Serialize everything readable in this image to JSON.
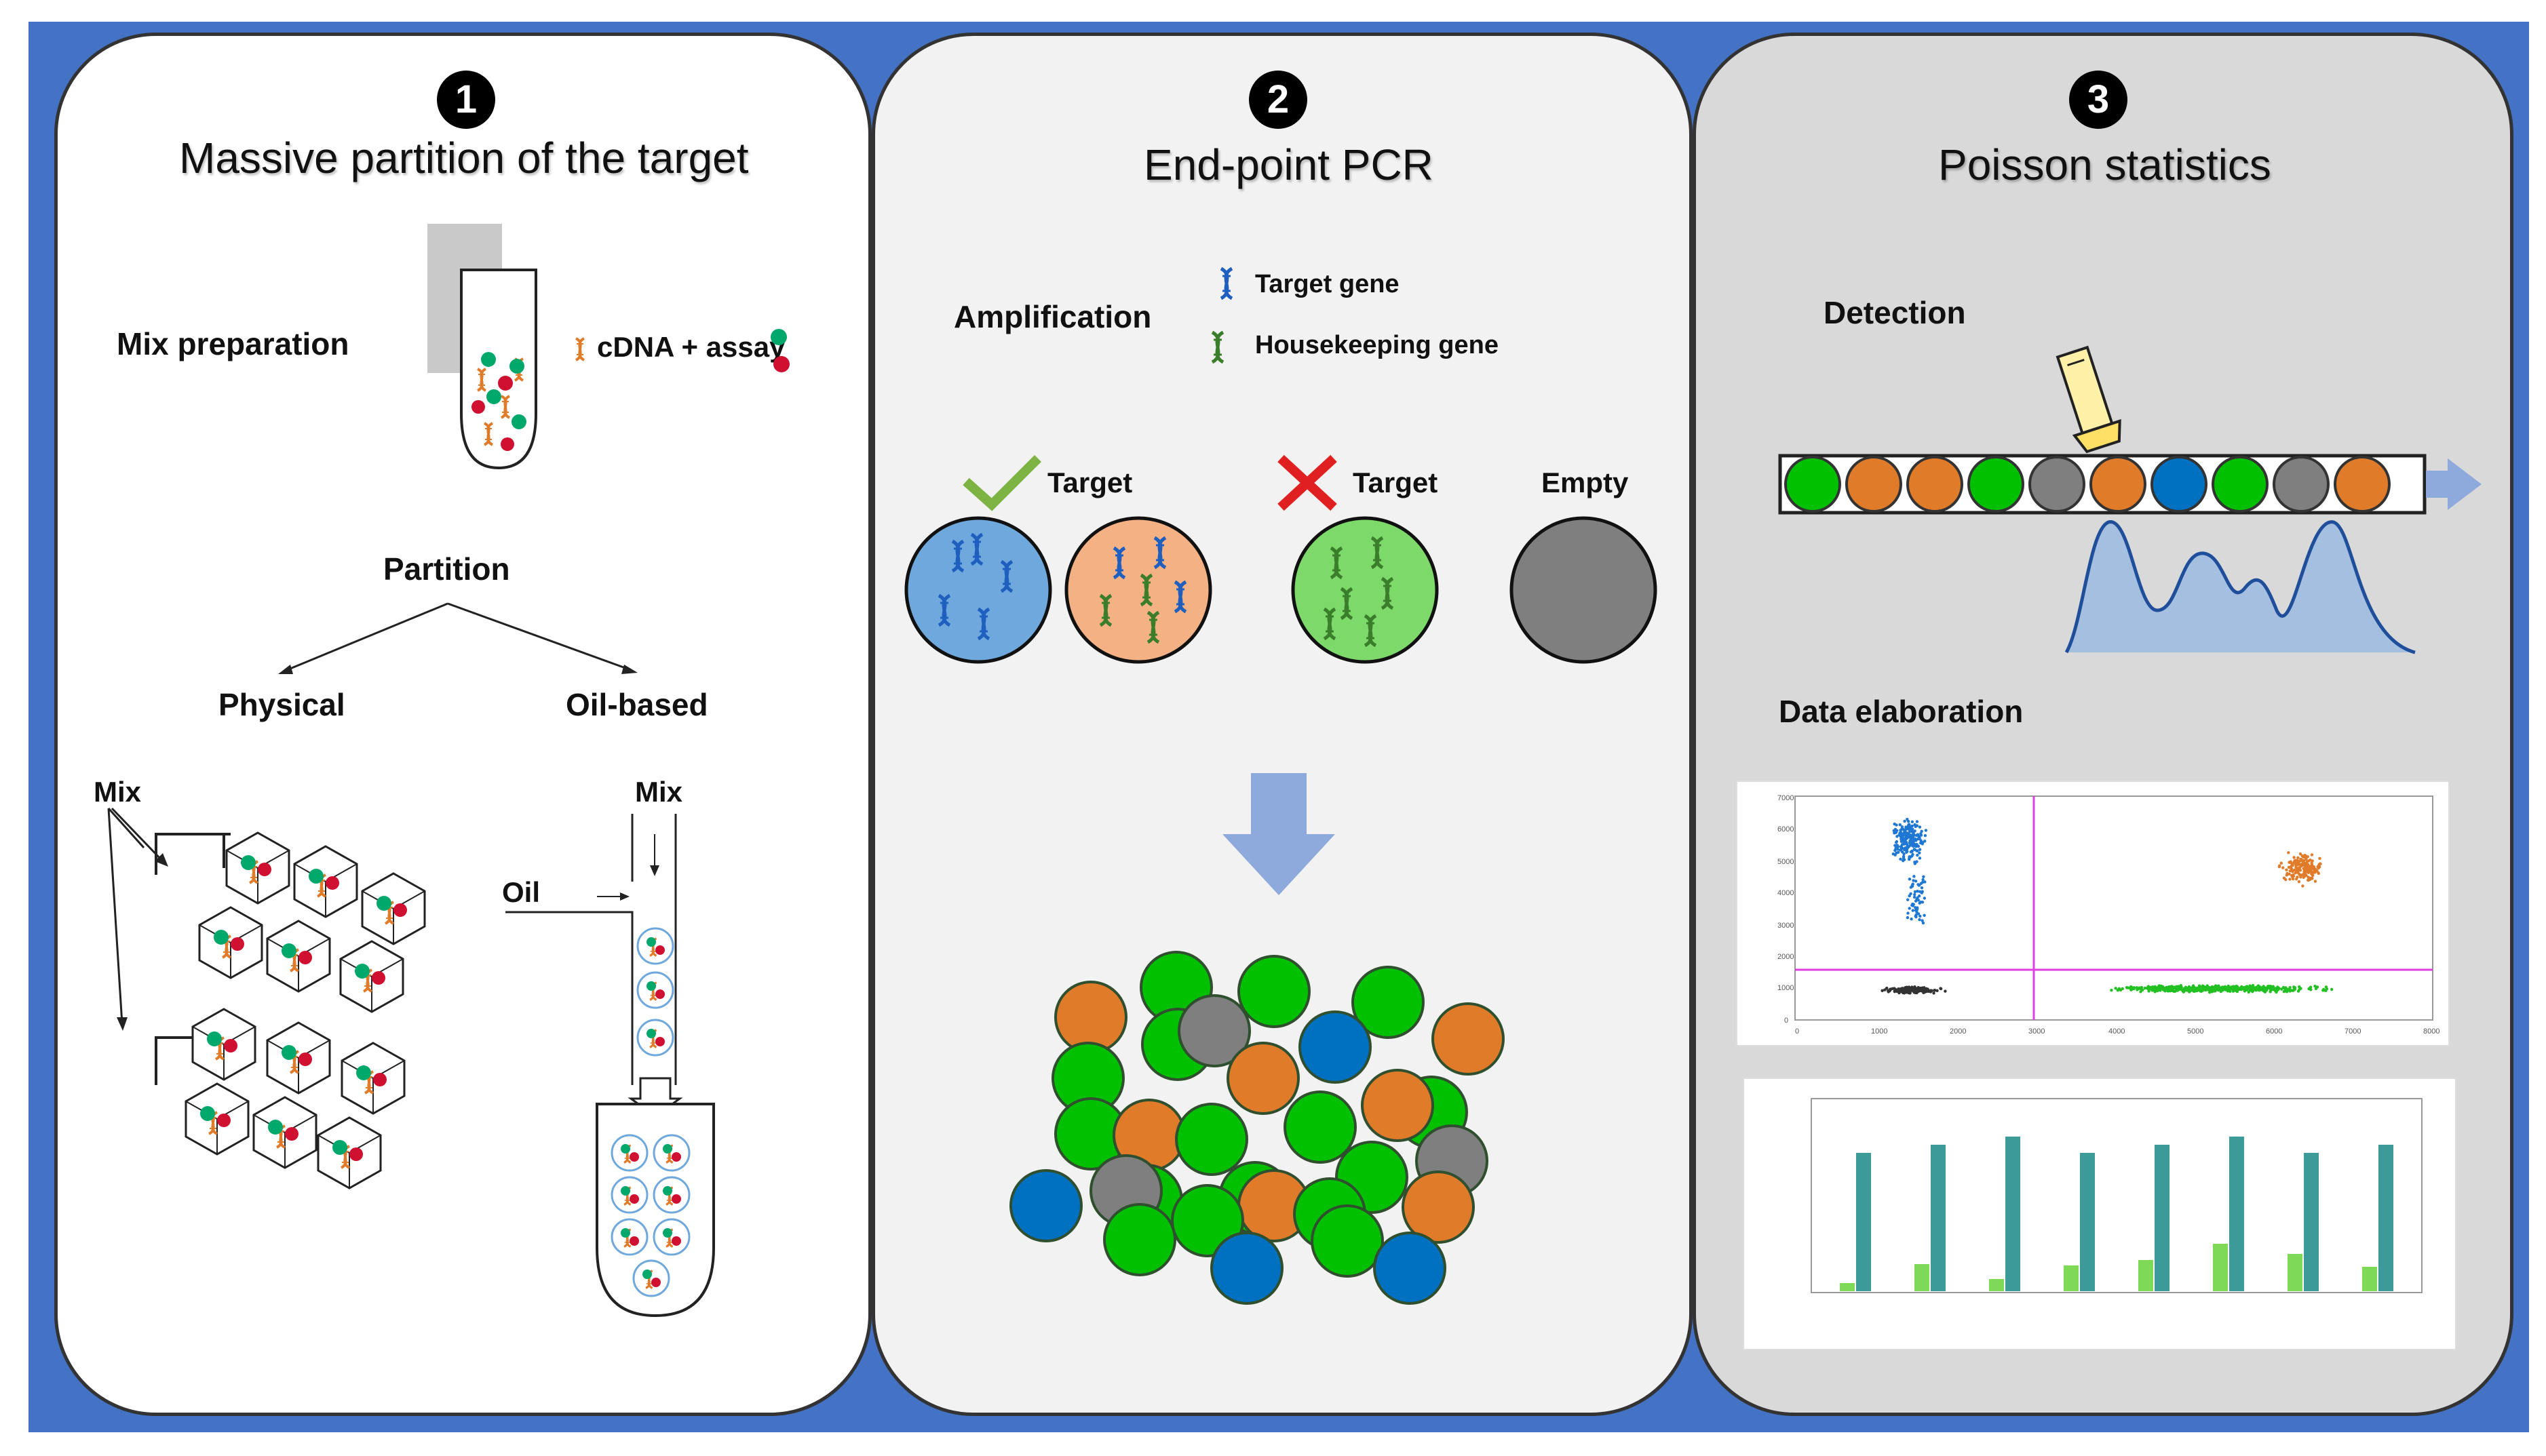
{
  "panel1": {
    "number": "1",
    "title": "Massive partition of the target",
    "mix_preparation": "Mix preparation",
    "cdna_assay": "cDNA + assay",
    "partition": "Partition",
    "physical": "Physical",
    "oil_based": "Oil-based",
    "mix_left": "Mix",
    "mix_right": "Mix",
    "oil": "Oil"
  },
  "panel2": {
    "number": "2",
    "title": "End-point PCR",
    "amplification": "Amplification",
    "target_gene": "Target gene",
    "housekeeping_gene": "Housekeeping gene",
    "target_positive": "Target",
    "target_negative": "Target",
    "empty": "Empty"
  },
  "panel3": {
    "number": "3",
    "title": "Poisson statistics",
    "detection": "Detection",
    "data_elaboration": "Data elaboration"
  },
  "colors": {
    "frame": "#4472C4",
    "green": "#00C000",
    "orange": "#E07B2A",
    "blue": "#0070C0",
    "gray": "#7F7F7F",
    "target_blue": "#6FA8DC",
    "target_orange": "#F4B183",
    "housekeeping_green": "#7ED96B"
  },
  "detection_sequence": [
    "green",
    "orange",
    "orange",
    "green",
    "gray",
    "orange",
    "blue",
    "green",
    "gray",
    "orange"
  ]
}
